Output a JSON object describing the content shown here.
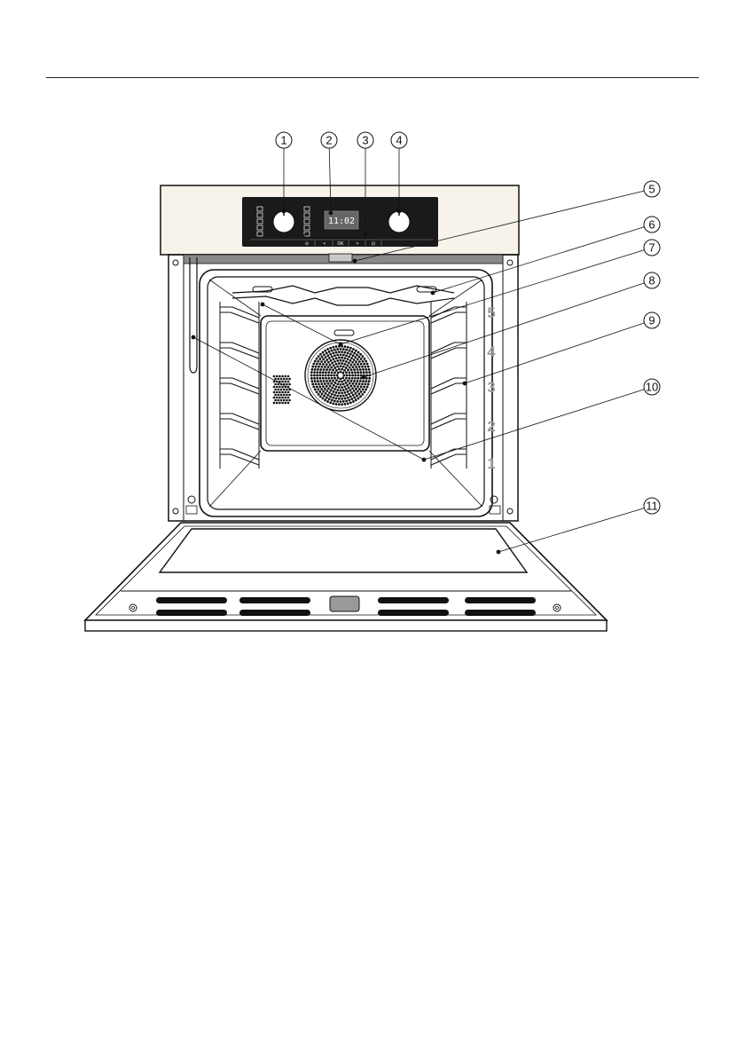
{
  "callouts": [
    {
      "num": "1"
    },
    {
      "num": "2"
    },
    {
      "num": "3"
    },
    {
      "num": "4"
    },
    {
      "num": "5"
    },
    {
      "num": "6"
    },
    {
      "num": "7"
    },
    {
      "num": "8"
    },
    {
      "num": "9"
    },
    {
      "num": "10"
    },
    {
      "num": "11"
    }
  ],
  "control_panel": {
    "display_time": "11:02",
    "sensor_labels": [
      "⊙",
      "<",
      "OK",
      ">",
      "⊡"
    ]
  },
  "shelf_levels": [
    "5",
    "4",
    "3",
    "2",
    "1"
  ],
  "colors": {
    "panel": "#1a1a1a",
    "housing": "#f7f3ea",
    "level_numbers": "#9a9a9a",
    "line": "#111111"
  }
}
